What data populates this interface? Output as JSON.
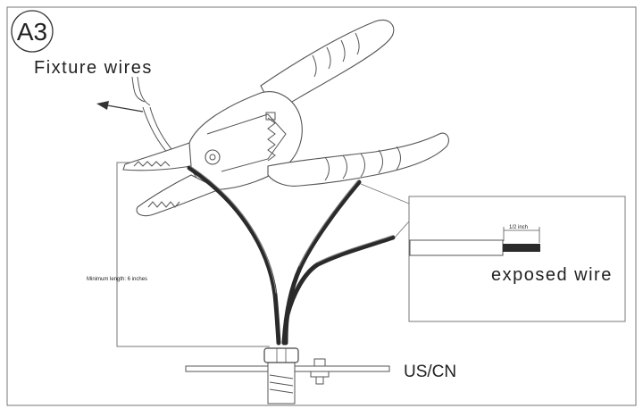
{
  "figure": {
    "step_label": "A3",
    "fixture_label": "Fixture wires",
    "measure_label": "Minimum length: 6 inches",
    "inset": {
      "dimension_label": "1/2 inch",
      "exposed_label": "exposed wire"
    },
    "region_label": "US/CN"
  },
  "colors": {
    "line": "#555555",
    "wire": "#2a2a2a",
    "background": "#ffffff"
  }
}
